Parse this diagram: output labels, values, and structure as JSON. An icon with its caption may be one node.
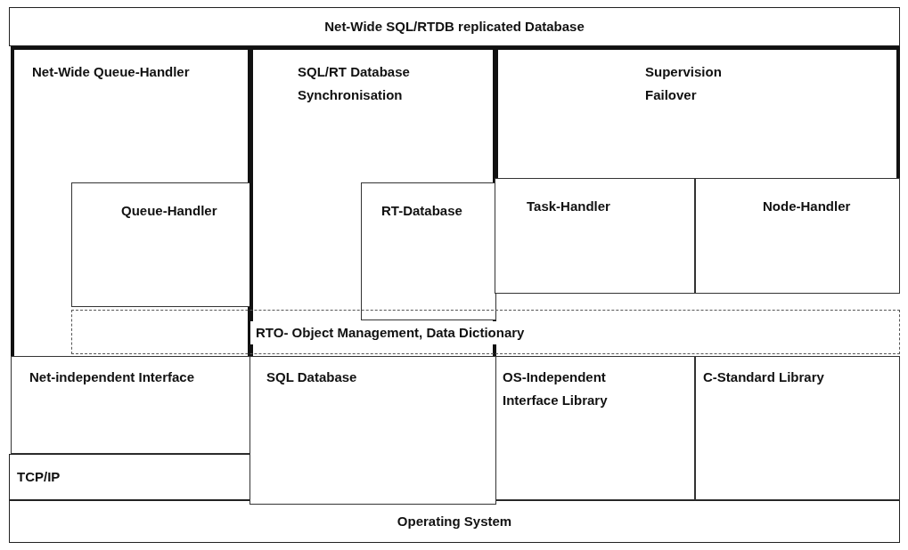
{
  "diagram": {
    "nodes": [
      {
        "text": [
          "Net-Wide SQL/RTDB replicated Database"
        ]
      },
      {
        "text": [
          "Net-Wide Queue-Handler"
        ]
      },
      {
        "text": [
          "Queue-Handler"
        ],
        "in": 1
      },
      {
        "text": [
          "SQL/RT Database Synchronisation"
        ]
      },
      {
        "text": [
          "RT-Database"
        ],
        "in": 3
      },
      {
        "text": [
          "Supervision Failover"
        ]
      },
      {
        "text": [
          "Task-Handler"
        ],
        "in": 5
      },
      {
        "text": [
          "Node-Handler"
        ],
        "in": 5
      },
      {
        "text": [
          "RTO- Object Management, Data Dictionary"
        ]
      },
      {
        "text": [
          "Net-independent Interface"
        ],
        "in": 1
      },
      {
        "text": [
          "SQL Database"
        ],
        "in": 3
      },
      {
        "text": [
          "OS-Independent Interface Library"
        ]
      },
      {
        "text": [
          "C-Standard Library"
        ]
      },
      {
        "text": [
          "TCP/IP"
        ]
      },
      {
        "text": [
          "Operating System"
        ]
      }
    ],
    "edges": []
  }
}
